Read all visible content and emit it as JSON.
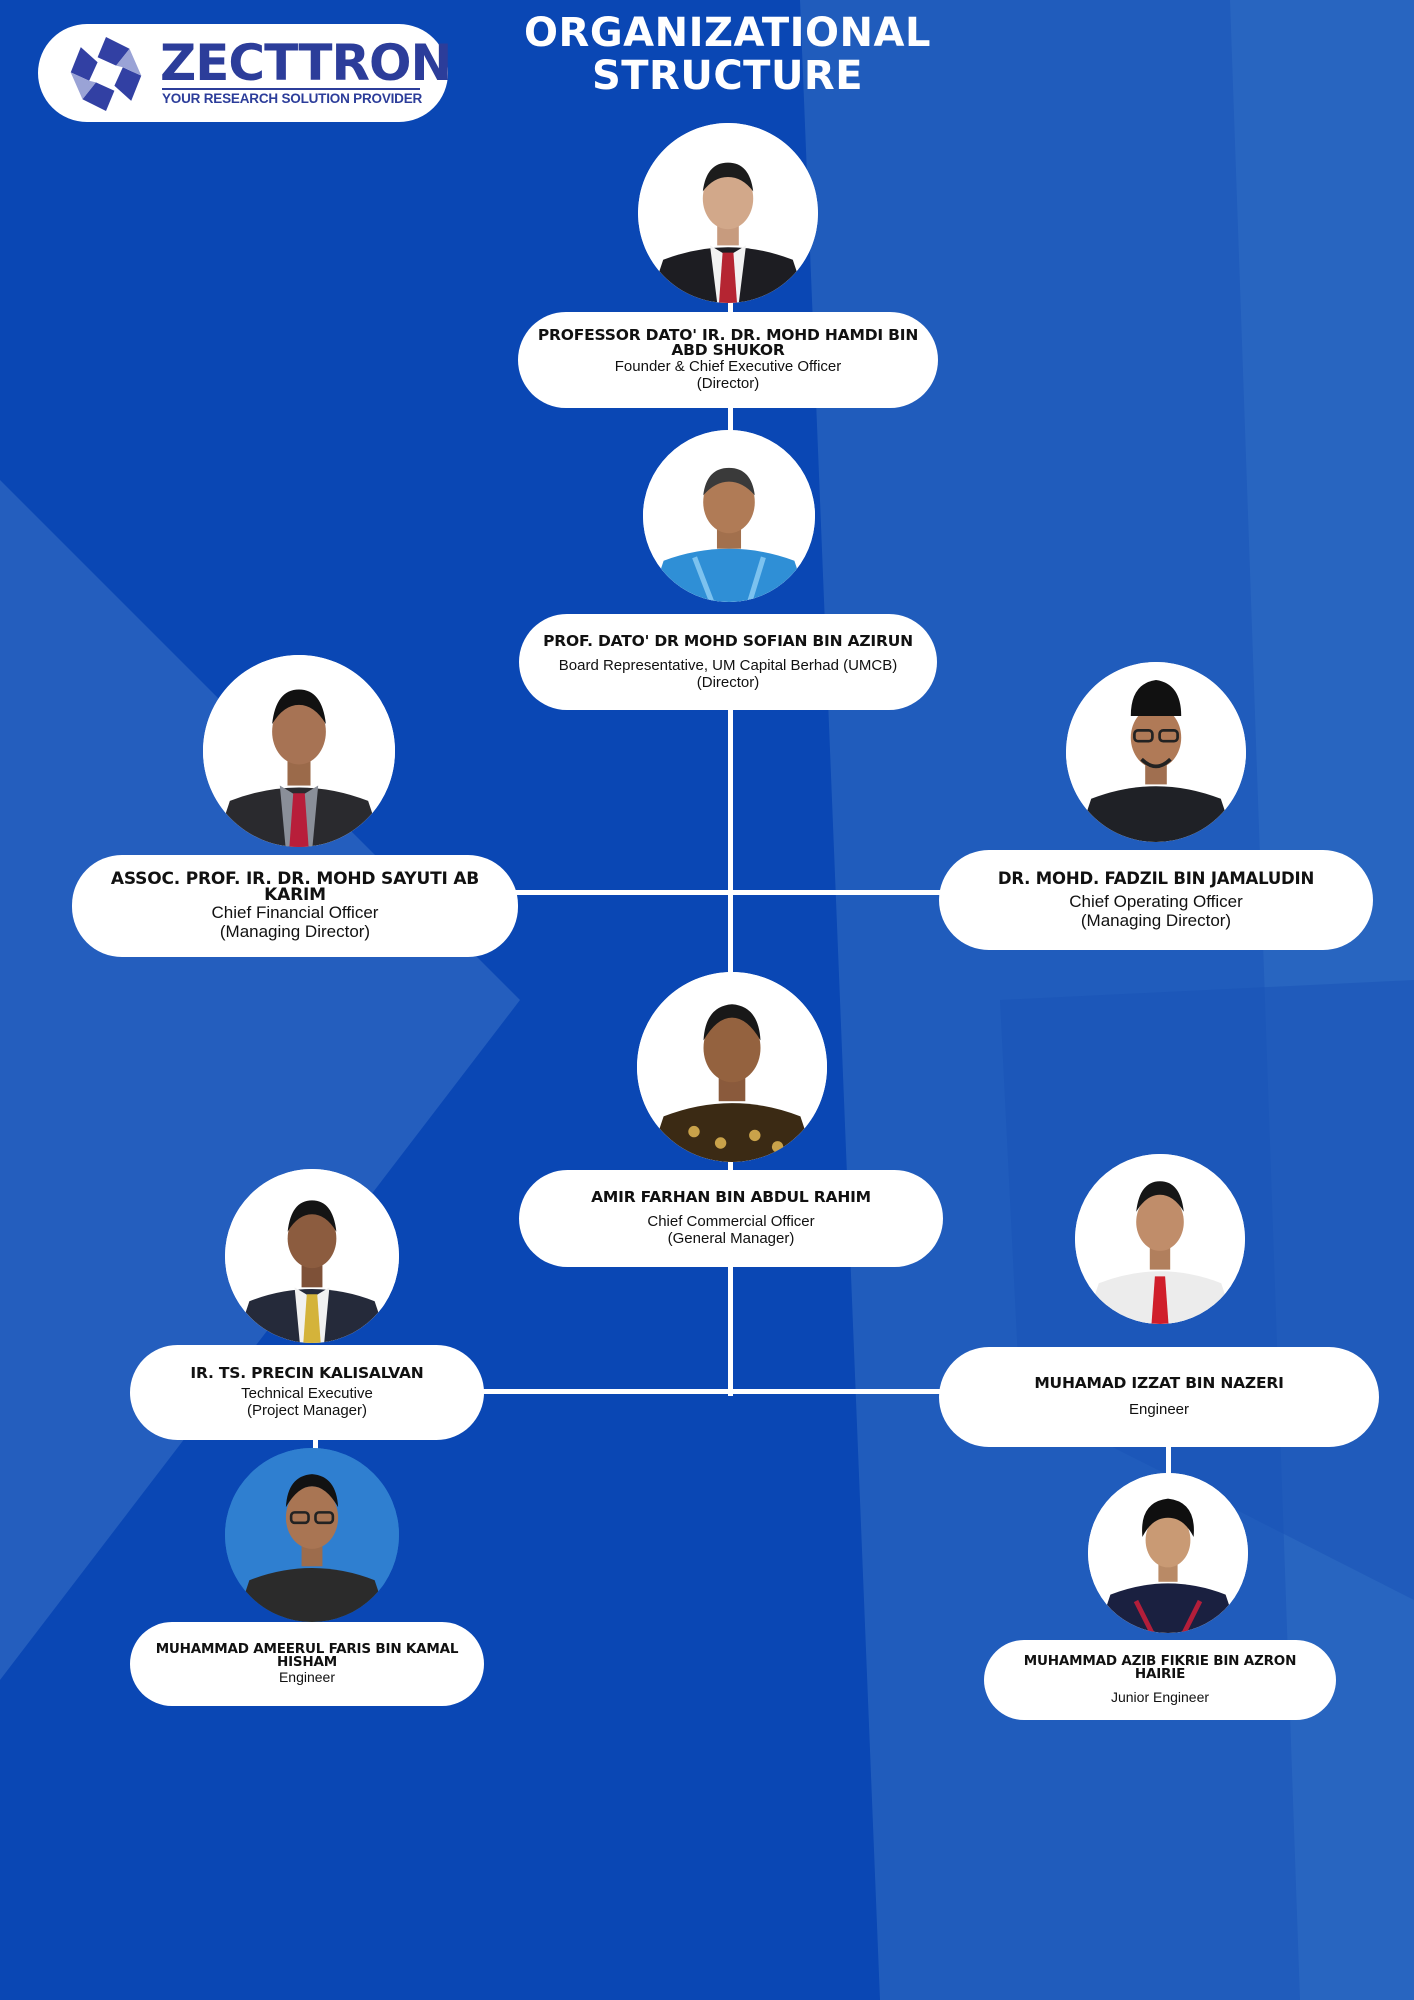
{
  "logo": {
    "name": "ZECTTRON",
    "tagline": "YOUR RESEARCH SOLUTION PROVIDER"
  },
  "title": {
    "line1": "ORGANIZATIONAL",
    "line2": "STRUCTURE"
  },
  "colors": {
    "background": "#0a47b4",
    "card": "#ffffff",
    "logo_blue": "#2c3d9a"
  },
  "people": {
    "hamdi": {
      "name": "PROFESSOR DATO' IR. DR. MOHD HAMDI BIN ABD SHUKOR",
      "role": "Founder & Chief Executive Officer",
      "title": "(Director)"
    },
    "sofian": {
      "name": "PROF. DATO' DR MOHD SOFIAN BIN AZIRUN",
      "role": "Board Representative, UM Capital Berhad (UMCB)",
      "title": "(Director)"
    },
    "sayuti": {
      "name": "ASSOC. PROF. IR. DR.  MOHD SAYUTI AB KARIM",
      "role": "Chief Financial Officer",
      "title": "(Managing Director)"
    },
    "fadzil": {
      "name": "DR. MOHD. FADZIL BIN JAMALUDIN",
      "role": "Chief Operating Officer",
      "title": "(Managing Director)"
    },
    "amir": {
      "name": "AMIR FARHAN BIN ABDUL RAHIM",
      "role": "Chief Commercial Officer",
      "title": "(General Manager)"
    },
    "precin": {
      "name": "IR. TS. PRECIN KALISALVAN",
      "role": "Technical Executive",
      "title": "(Project Manager)"
    },
    "izzat": {
      "name": "MUHAMAD IZZAT BIN NAZERI",
      "role": "Engineer"
    },
    "ameerul": {
      "name": "MUHAMMAD AMEERUL FARIS BIN KAMAL HISHAM",
      "role": "Engineer"
    },
    "azib": {
      "name": "MUHAMMAD AZIB FIKRIE BIN AZRON HAIRIE",
      "role": "Junior Engineer"
    }
  }
}
